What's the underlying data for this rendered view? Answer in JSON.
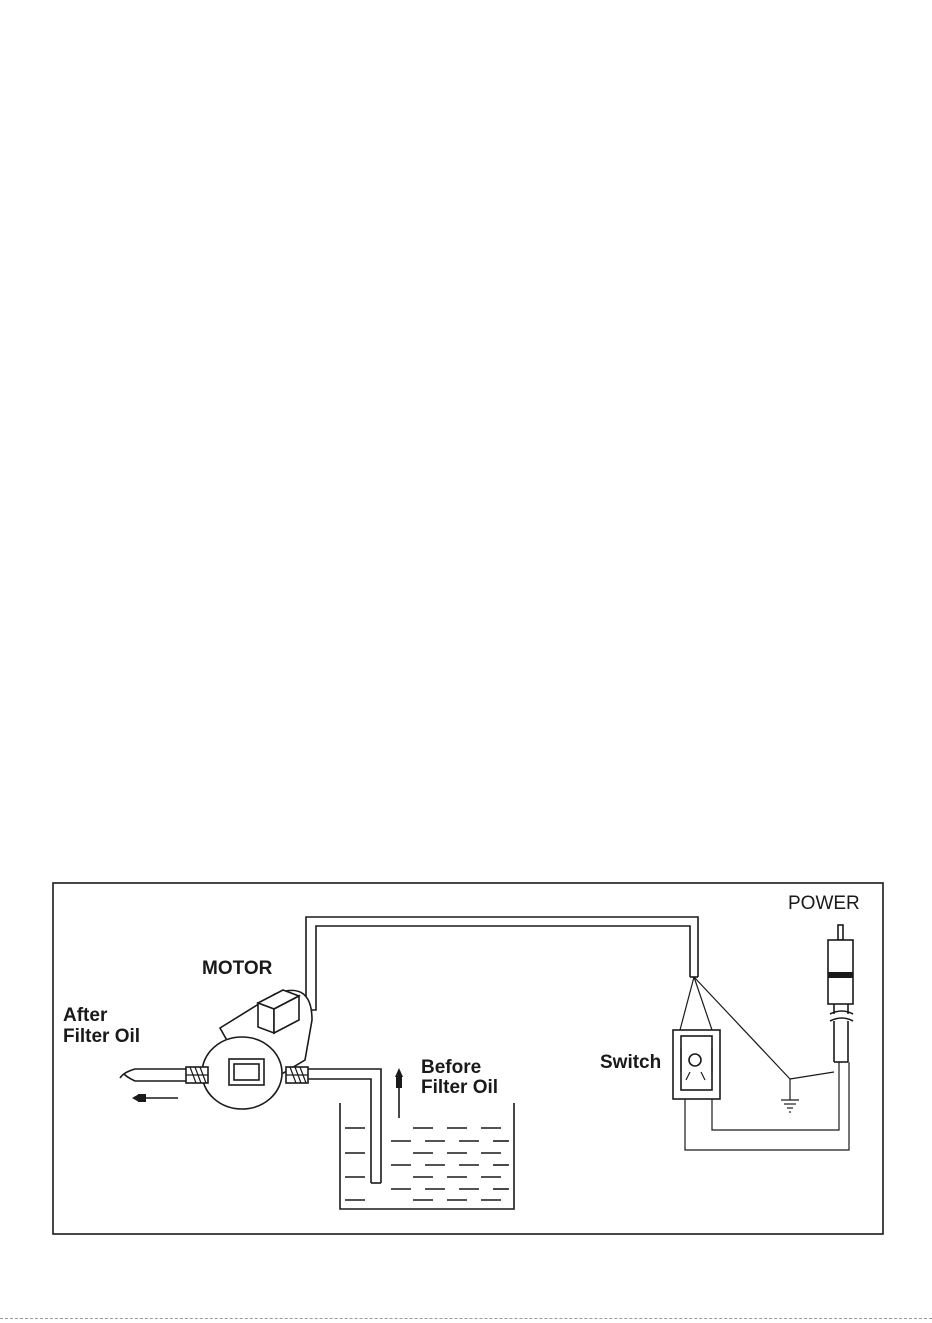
{
  "diagram": {
    "labels": {
      "power": "POWER",
      "motor": "MOTOR",
      "after_line1": "After",
      "after_line2": "Filter Oil",
      "before_line1": "Before",
      "before_line2": "Filter Oil",
      "switch": "Switch"
    },
    "colors": {
      "line": "#1a1a1a",
      "background": "#ffffff"
    },
    "icons": [
      "motor-icon",
      "switch-icon",
      "ground-icon",
      "power-plug-icon",
      "oil-tank-icon",
      "flow-arrow-icon"
    ]
  }
}
